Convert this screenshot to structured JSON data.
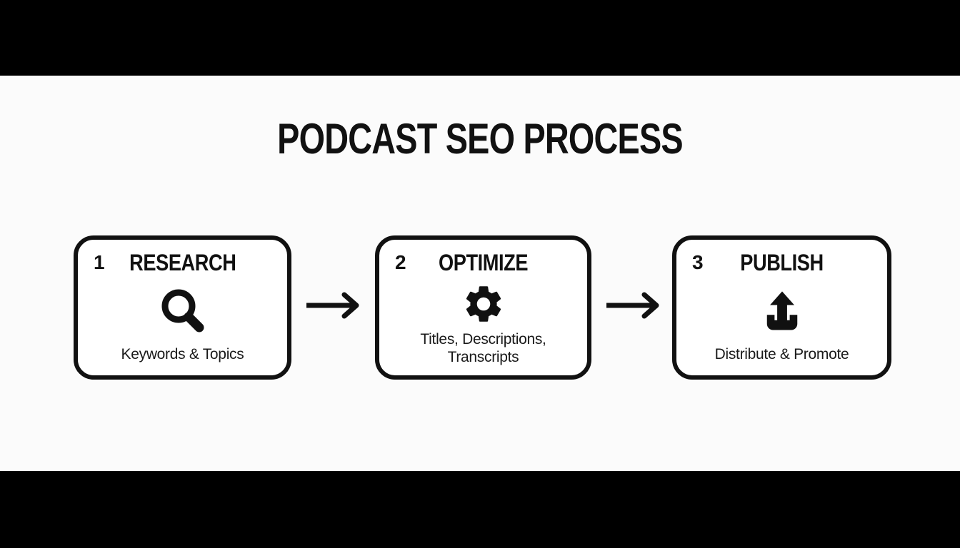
{
  "page": {
    "background_color": "#fbfbfb",
    "letterbox_bar_color": "#000000",
    "ink_color": "#111111"
  },
  "title": "PODCAST SEO PROCESS",
  "steps": [
    {
      "number": "1",
      "title": "RESEARCH",
      "icon": "search-icon",
      "subtitle": "Keywords & Topics"
    },
    {
      "number": "2",
      "title": "OPTIMIZE",
      "icon": "gear-icon",
      "subtitle": "Titles, Descriptions, Transcripts"
    },
    {
      "number": "3",
      "title": "PUBLISH",
      "icon": "upload-icon",
      "subtitle": "Distribute & Promote"
    }
  ],
  "connectors": [
    {
      "from": "RESEARCH",
      "to": "OPTIMIZE",
      "shape": "right-arrow"
    },
    {
      "from": "OPTIMIZE",
      "to": "PUBLISH",
      "shape": "right-arrow"
    }
  ]
}
